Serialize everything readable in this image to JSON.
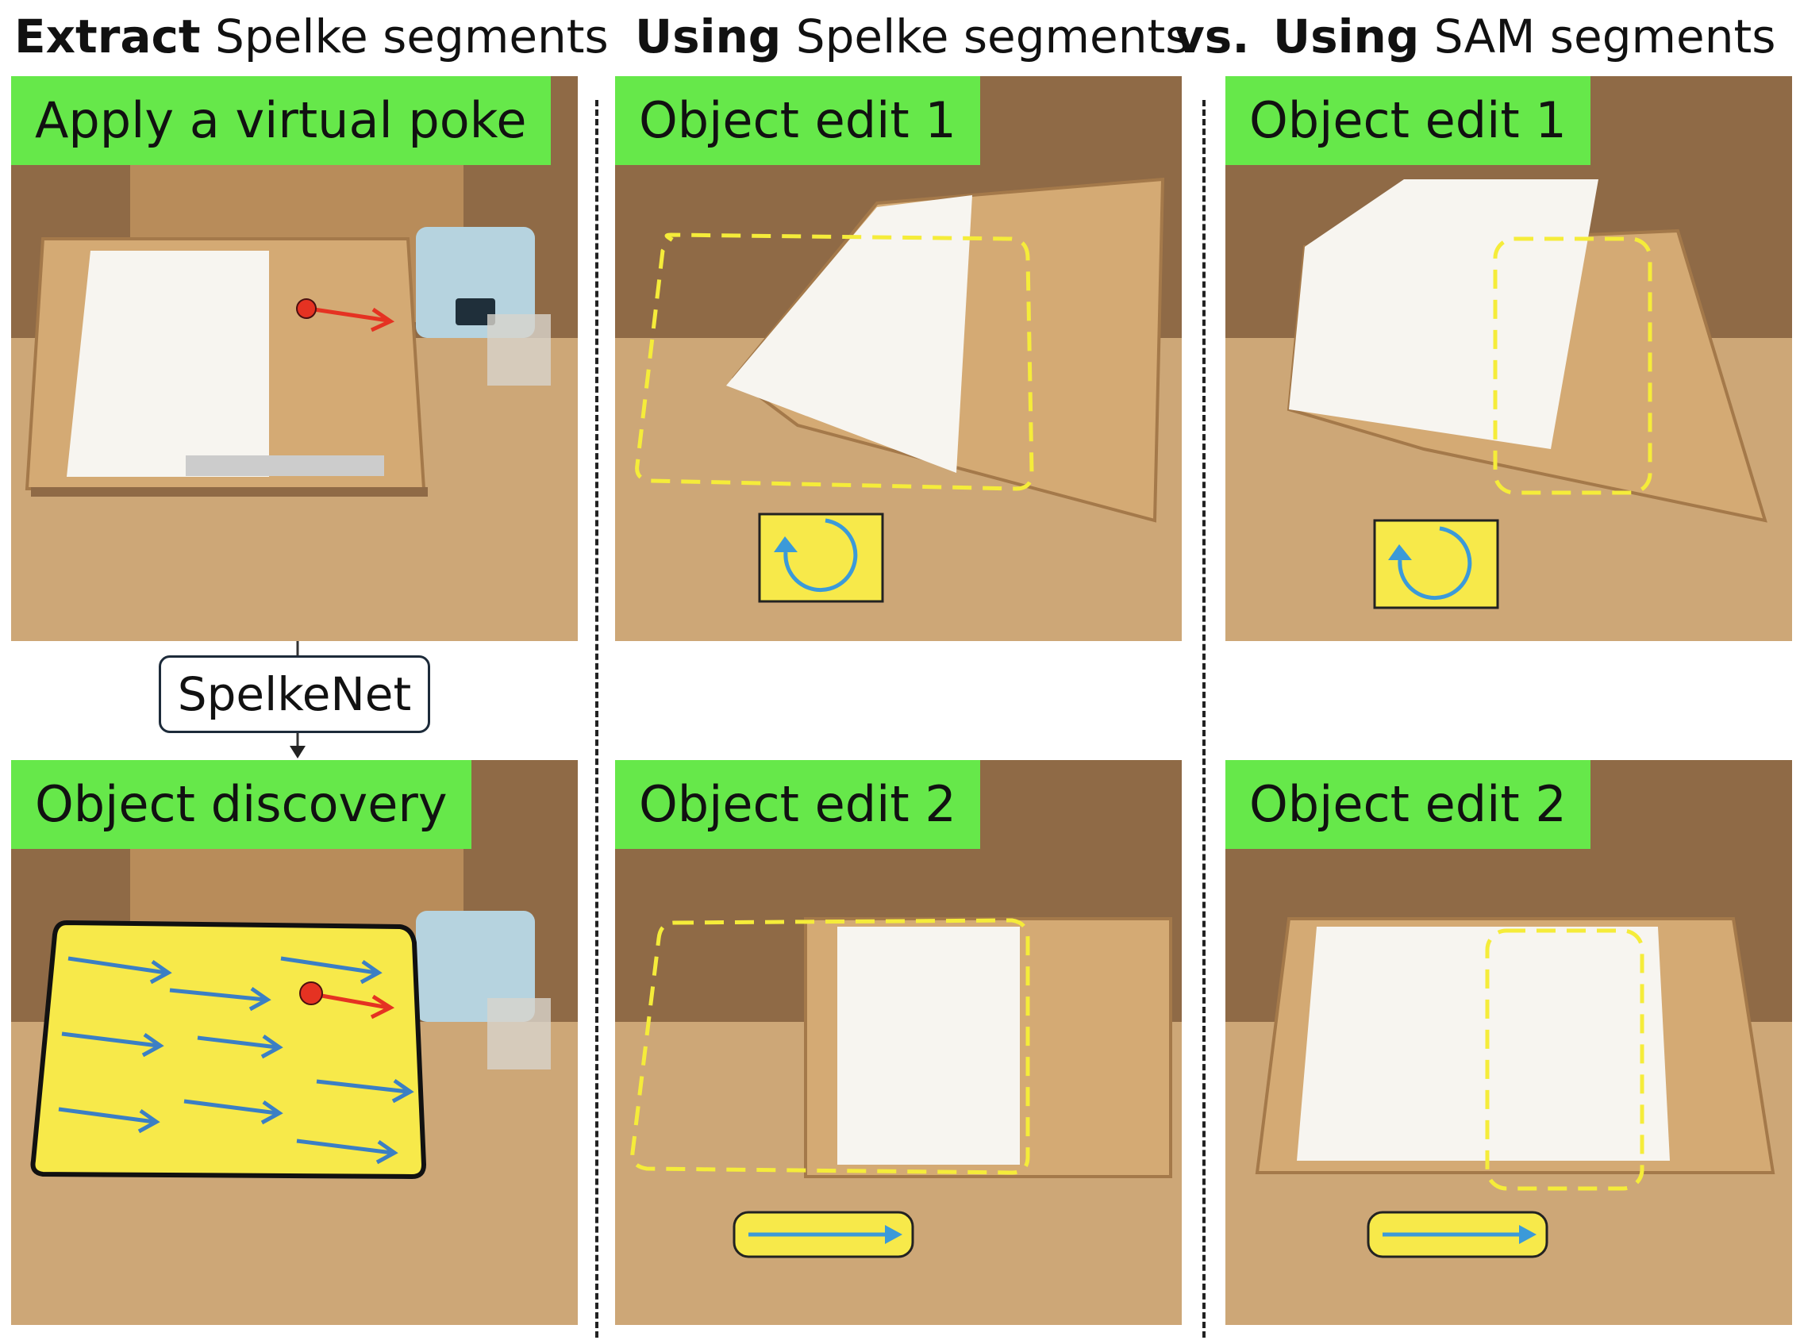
{
  "headers": {
    "left": {
      "bold": "Extract",
      "rest": "Spelke segments"
    },
    "middle": {
      "bold": "Using",
      "rest": "Spelke segments"
    },
    "vs": "vs.",
    "right": {
      "bold": "Using",
      "rest": "SAM segments"
    }
  },
  "panels": {
    "poke": "Apply a virtual poke",
    "discovery": "Object discovery",
    "spelke_edit_1": "Object edit 1",
    "spelke_edit_2": "Object edit 2",
    "sam_edit_1": "Object edit 1",
    "sam_edit_2": "Object edit 2"
  },
  "network": "SpelkeNet",
  "colors": {
    "label_bg": "#66e84a",
    "poke_arrow": "#e53222",
    "flow_arrow": "#3b7fc4",
    "segment_fill": "#f7e94a",
    "segment_outline": "#f5ec3a",
    "wood": "#c9a372",
    "paper": "#f7f5f0"
  },
  "icons": {
    "poke": "red-dot-arrow-icon",
    "rotation": "rotate-arrow-icon",
    "translation": "translate-arrow-icon"
  }
}
